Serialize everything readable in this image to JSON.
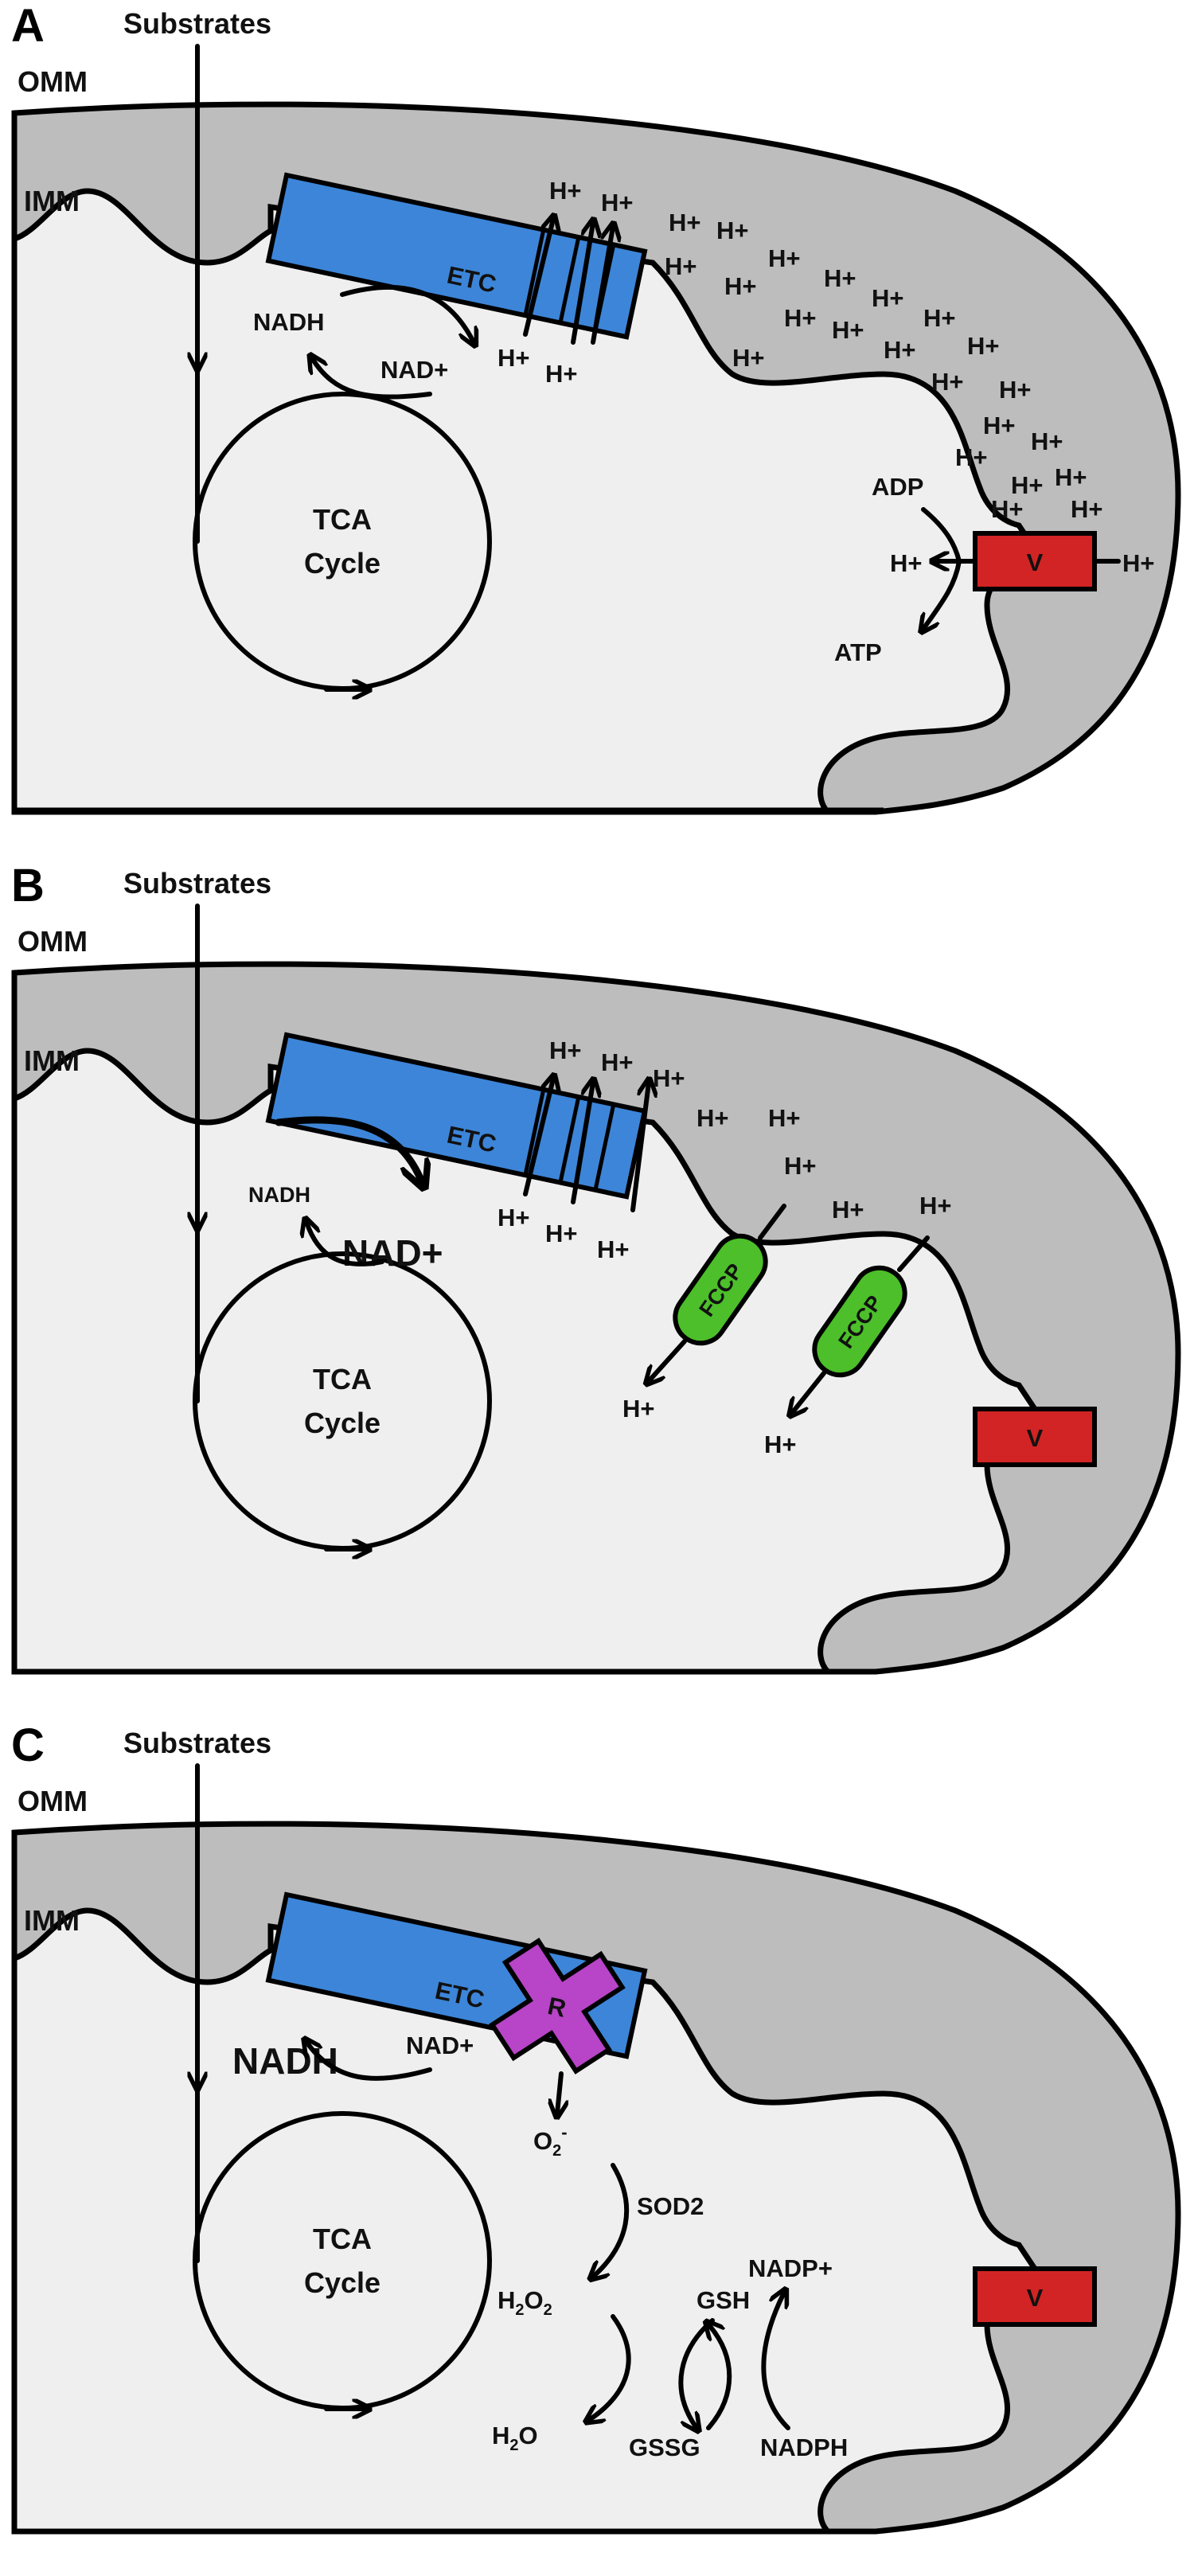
{
  "colors": {
    "outer_membrane_fill": "#bdbdbd",
    "matrix_fill": "#efefef",
    "etc_fill": "#3d85d8",
    "atp_synthase_fill": "#d22424",
    "fccp_fill": "#4cbf2a",
    "ros_fill": "#b844c8"
  },
  "icons": [
    "arrow-head",
    "x-cross-shape"
  ],
  "panels": {
    "A": {
      "letter": "A",
      "substrates": "Substrates",
      "omm": "OMM",
      "imm": "IMM",
      "etc": "ETC",
      "tca_line1": "TCA",
      "tca_line2": "Cycle",
      "nadh": "NADH",
      "nad": "NAD+",
      "v": "V",
      "adp": "ADP",
      "atp": "ATP",
      "h": "H+"
    },
    "B": {
      "letter": "B",
      "substrates": "Substrates",
      "omm": "OMM",
      "imm": "IMM",
      "etc": "ETC",
      "tca_line1": "TCA",
      "tca_line2": "Cycle",
      "nadh": "NADH",
      "nad": "NAD+",
      "v": "V",
      "fccp": "FCCP",
      "h": "H+"
    },
    "C": {
      "letter": "C",
      "substrates": "Substrates",
      "omm": "OMM",
      "imm": "IMM",
      "etc": "ETC",
      "tca_line1": "TCA",
      "tca_line2": "Cycle",
      "nadh": "NADH",
      "nad": "NAD+",
      "v": "V",
      "r": "R",
      "o2": "O",
      "o2_sub": "2",
      "o2_sup": "-",
      "sod2": "SOD2",
      "h2o2_h": "H",
      "h2o2_sub1": "2",
      "h2o2_o": "O",
      "h2o2_sub2": "2",
      "h2o_h": "H",
      "h2o_sub": "2",
      "h2o_o": "O",
      "gsh": "GSH",
      "gssg": "GSSG",
      "nadp": "NADP+",
      "nadph": "NADPH"
    }
  }
}
